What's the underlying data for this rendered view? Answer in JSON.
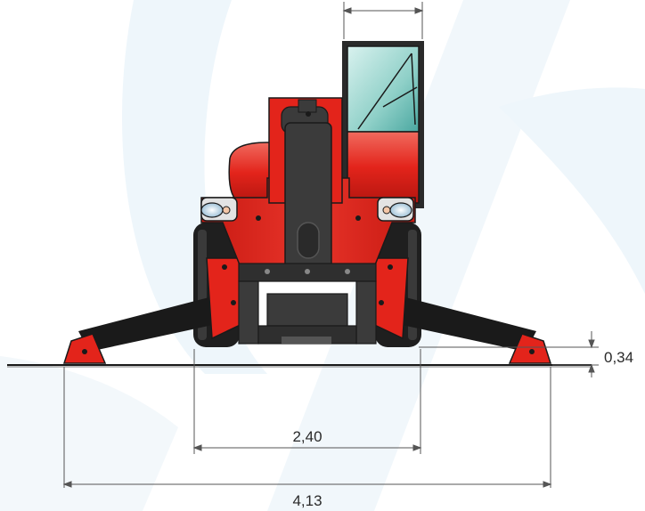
{
  "dimensions": {
    "track_width": "2,40",
    "overall_width": "4,13",
    "ground_clearance": "0,34"
  },
  "colors": {
    "body_red": "#e3241b",
    "boom_dark": "#3b3b3b",
    "outline": "#1a1a1a",
    "tyre": "#1f1f1f",
    "glass": "#8fd0c8",
    "background_swoosh": "#eef6fb",
    "dimension_line": "#555555"
  }
}
